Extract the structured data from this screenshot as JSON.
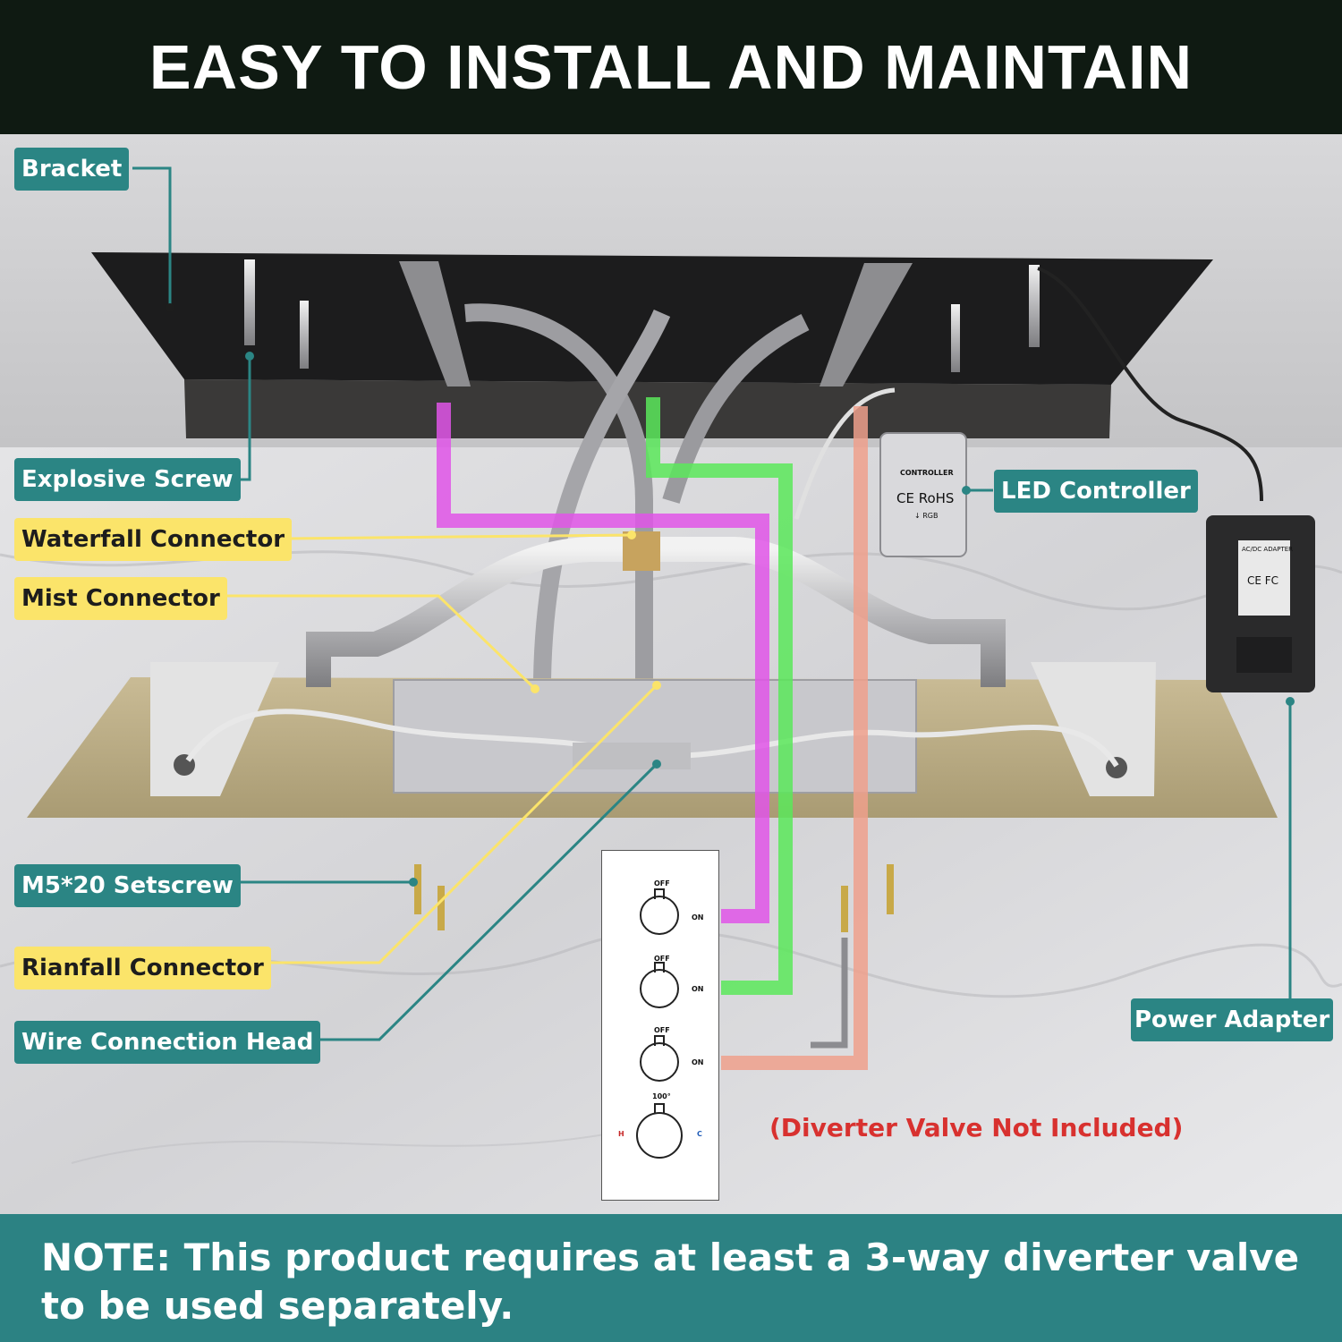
{
  "header": {
    "title": "EASY TO INSTALL AND MAINTAIN"
  },
  "labels": {
    "bracket": "Bracket",
    "explosive_screw": "Explosive Screw",
    "waterfall_connector": "Waterfall Connector",
    "mist_connector": "Mist Connector",
    "led_controller": "LED Controller",
    "m5_setscrew": "M5*20 Setscrew",
    "rainfall_connector": "Rianfall Connector",
    "wire_connection_head": "Wire Connection Head",
    "power_adapter": "Power Adapter"
  },
  "valve": {
    "off_label": "OFF",
    "on_label": "ON",
    "temp_label": "100°",
    "hot_label": "H",
    "cold_label": "C"
  },
  "controller": {
    "title": "CONTROLLER",
    "marks": "CE RoHS",
    "rgb": "↓ RGB"
  },
  "adapter": {
    "title": "AC/DC ADAPTER",
    "marks": "CE FC"
  },
  "diverter_note": "(Diverter Valve Not Included)",
  "footer": {
    "note": "NOTE: This product requires at least a 3-way diverter valve to be used separately."
  },
  "colors": {
    "teal": "#2b8584",
    "yellow": "#fbe46a",
    "magenta": "#e055e8",
    "green": "#5be85b",
    "salmon": "#eea08c",
    "red_text": "#d8312f"
  }
}
